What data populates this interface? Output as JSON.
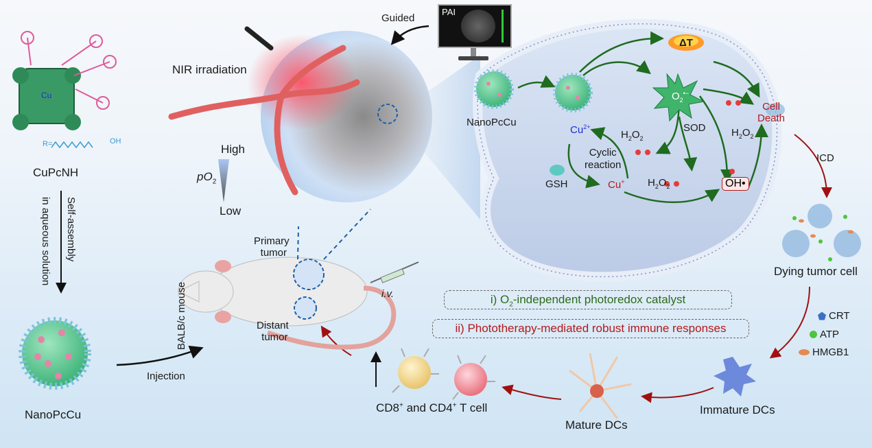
{
  "figure": {
    "molecule": {
      "name": "CuPcNH",
      "center_atom": "Cu",
      "r_group_label": "R=",
      "r_group_terminal": "OH"
    },
    "self_assembly": {
      "line1": "Self-assembly",
      "line2": "in aqueous solution"
    },
    "nanoparticle_label": "NanoPcCu",
    "injection_label": "Injection",
    "mouse": {
      "strain_label": "BALB/c mouse",
      "primary_tumor": [
        "Primary",
        "tumor"
      ],
      "distant_tumor": [
        "Distant",
        "tumor"
      ],
      "route_label": "i.v."
    },
    "tumor": {
      "nir_label": "NIR irradiation",
      "po2_label": "pO",
      "po2_subscript": "2",
      "po2_high": "High",
      "po2_low": "Low",
      "guided_label": "Guided",
      "monitor_label": "PAI"
    },
    "vesicle": {
      "nanoparticle_label": "NanoPcCu",
      "delta_t_label": "ΔT",
      "o2_label": "O",
      "o2_subscript": "2",
      "o2_superscript": "•−",
      "cell_death": [
        "Cell",
        "Death"
      ],
      "sod_label": "SOD",
      "h2o2_label": "H",
      "h2o2_parts": [
        "H",
        "2",
        "O",
        "2"
      ],
      "cu2_label": "Cu",
      "cu2_sup": "2+",
      "cu1_label": "Cu",
      "cu1_sup": "+",
      "cyclic": [
        "Cyclic",
        "reaction"
      ],
      "gsh_label": "GSH",
      "oh_label": "OH•"
    },
    "icd_label": "ICD",
    "dying_cell_label": "Dying tumor cell",
    "legend": [
      {
        "label": "CRT",
        "color": "#3d6fc4",
        "shape": "pentagon"
      },
      {
        "label": "ATP",
        "color": "#4cc63a",
        "shape": "circle"
      },
      {
        "label": "HMGB1",
        "color": "#e58a52",
        "shape": "ellipse"
      }
    ],
    "immature_dc_label": "Immature DCs",
    "mature_dc_label": "Mature DCs",
    "tcell_label": {
      "p1": "CD8",
      "sup1": "+",
      "p2": " and CD4",
      "sup2": "+",
      "p3": " T cell"
    },
    "highlights": [
      {
        "prefix": "i) O",
        "sub": "2",
        "suffix": "-independent photoredox catalyst",
        "color": "#2d6b1c"
      },
      {
        "text": "ii) Phototherapy-mediated robust immune responses",
        "color": "#b3191c"
      }
    ],
    "colors": {
      "arrow_green": "#1f6b1f",
      "arrow_red": "#a01010",
      "nanoparticle_core": "#4fc98a",
      "nanoparticle_dots": "#e583a8",
      "nanoparticle_ligands": "#7cc3dc",
      "phthalocyanine": "#2e8b57",
      "side_chains": "#e05a9a",
      "r_group": "#3a9bd1"
    }
  }
}
